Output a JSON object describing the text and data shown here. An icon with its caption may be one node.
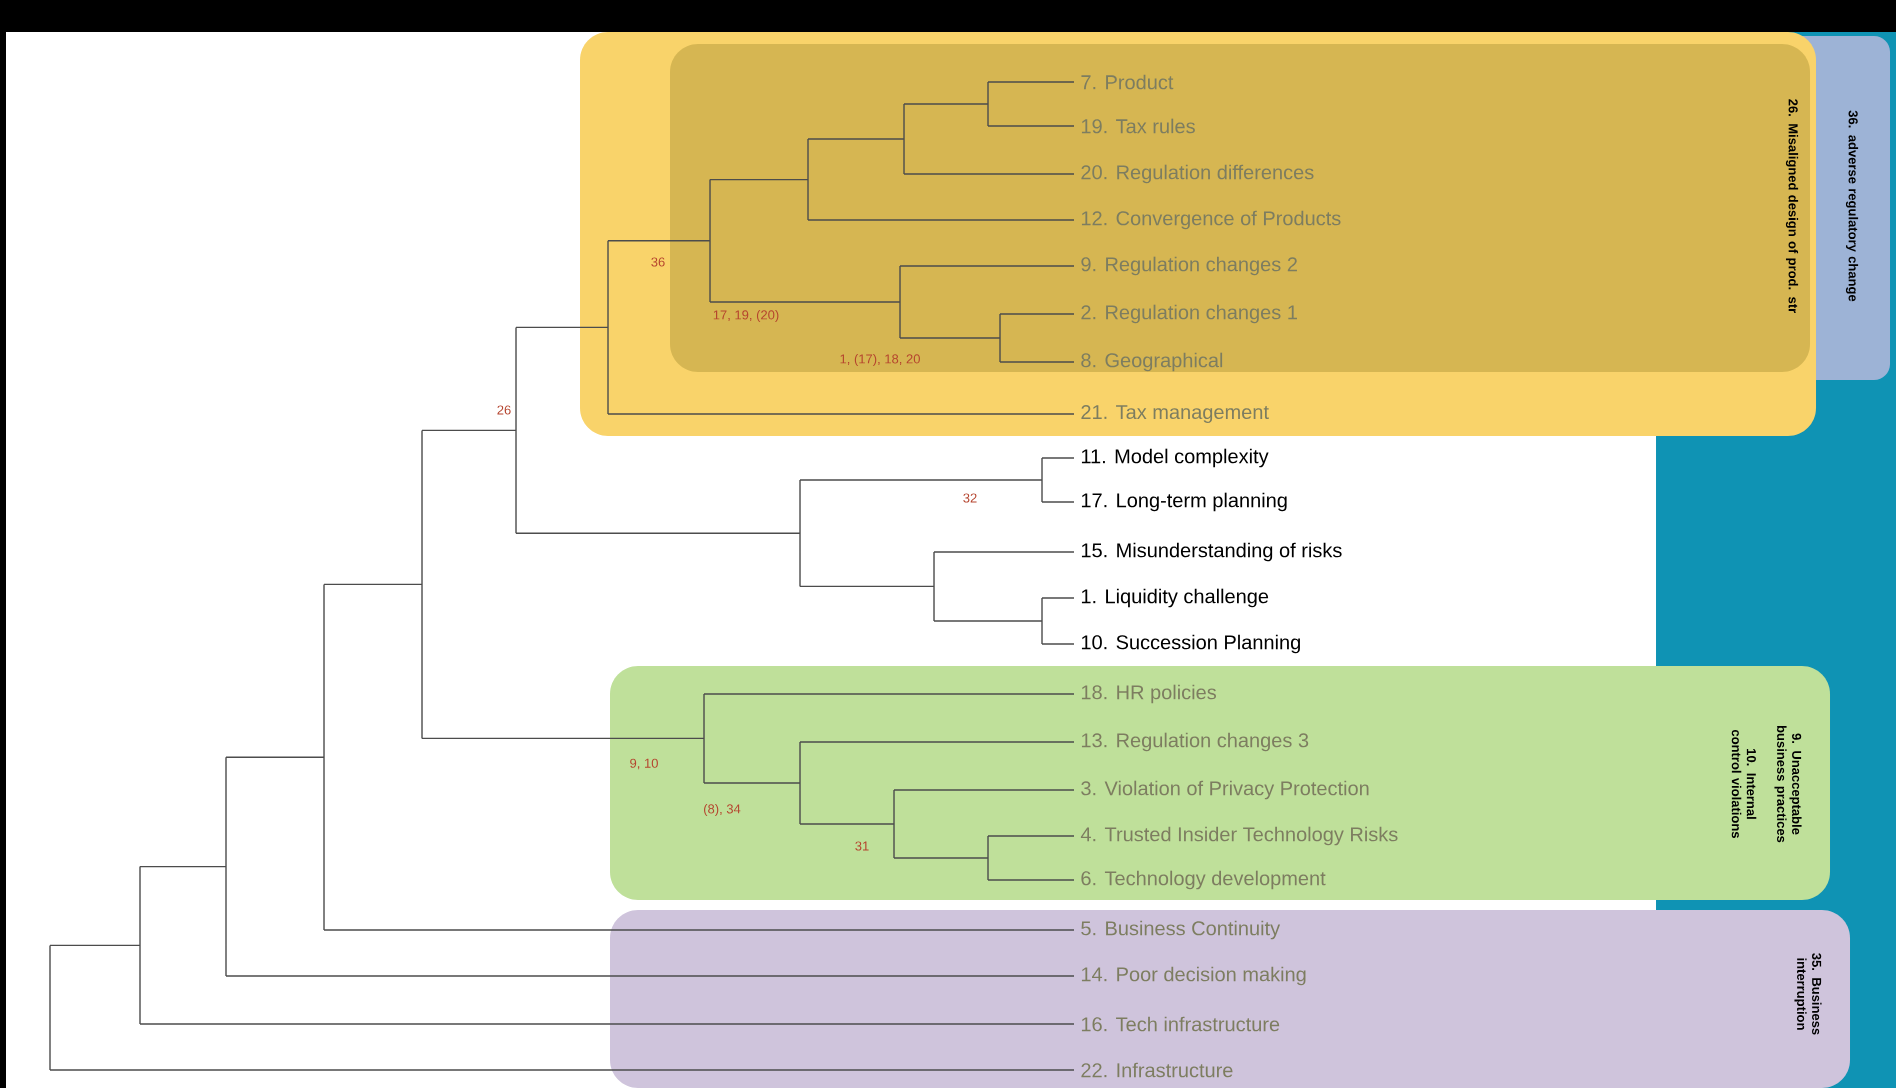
{
  "diagram": {
    "nodes": [
      {
        "text": [
          "36. adverse regulatory change"
        ]
      },
      {
        "text": [
          "26. Misaligned design of prod. str"
        ],
        "in": 0
      },
      {
        "text": [
          "7. Product"
        ],
        "in": 1
      },
      {
        "text": [
          "19. Tax rules"
        ],
        "in": 1
      },
      {
        "text": [
          "20. Regulation differences"
        ],
        "in": 1
      },
      {
        "text": [
          "12. Convergence of Products"
        ],
        "in": 1
      },
      {
        "text": [
          "9. Regulation changes 2"
        ],
        "in": 1
      },
      {
        "text": [
          "2. Regulation changes 1"
        ],
        "in": 1
      },
      {
        "text": [
          "8. Geographical"
        ],
        "in": 1
      },
      {
        "text": [
          "21. Tax management"
        ],
        "in": 0
      },
      {
        "text": [
          "11. Model complexity"
        ]
      },
      {
        "text": [
          "17. Long-term planning"
        ]
      },
      {
        "text": [
          "15. Misunderstanding of risks"
        ]
      },
      {
        "text": [
          "1. Liquidity challenge"
        ]
      },
      {
        "text": [
          "10. Succession Planning"
        ]
      },
      {
        "text": [
          "9. Unacceptable business practices",
          "10. Internal control violations"
        ]
      },
      {
        "text": [
          "18. HR policies"
        ],
        "in": 15
      },
      {
        "text": [
          "13. Regulation changes 3"
        ],
        "in": 15
      },
      {
        "text": [
          "3. Violation of Privacy Protection"
        ],
        "in": 15
      },
      {
        "text": [
          "4. Trusted Insider Technology Risks"
        ],
        "in": 15
      },
      {
        "text": [
          "6. Technology development"
        ],
        "in": 15
      },
      {
        "text": [
          "35. Business interruption"
        ]
      },
      {
        "text": [
          "5. Business Continuity"
        ],
        "in": 21
      },
      {
        "text": [
          "14. Poor decision making"
        ],
        "in": 21
      },
      {
        "text": [
          "16. Tech infrastructure"
        ],
        "in": 21
      },
      {
        "text": [
          "22. Infrastructure"
        ],
        "in": 21
      }
    ],
    "labels": [
      "36",
      "17, 19, (20)",
      "1, (17), 18, 20",
      "26",
      "32",
      "9, 10",
      "(8), 34",
      "31"
    ]
  }
}
